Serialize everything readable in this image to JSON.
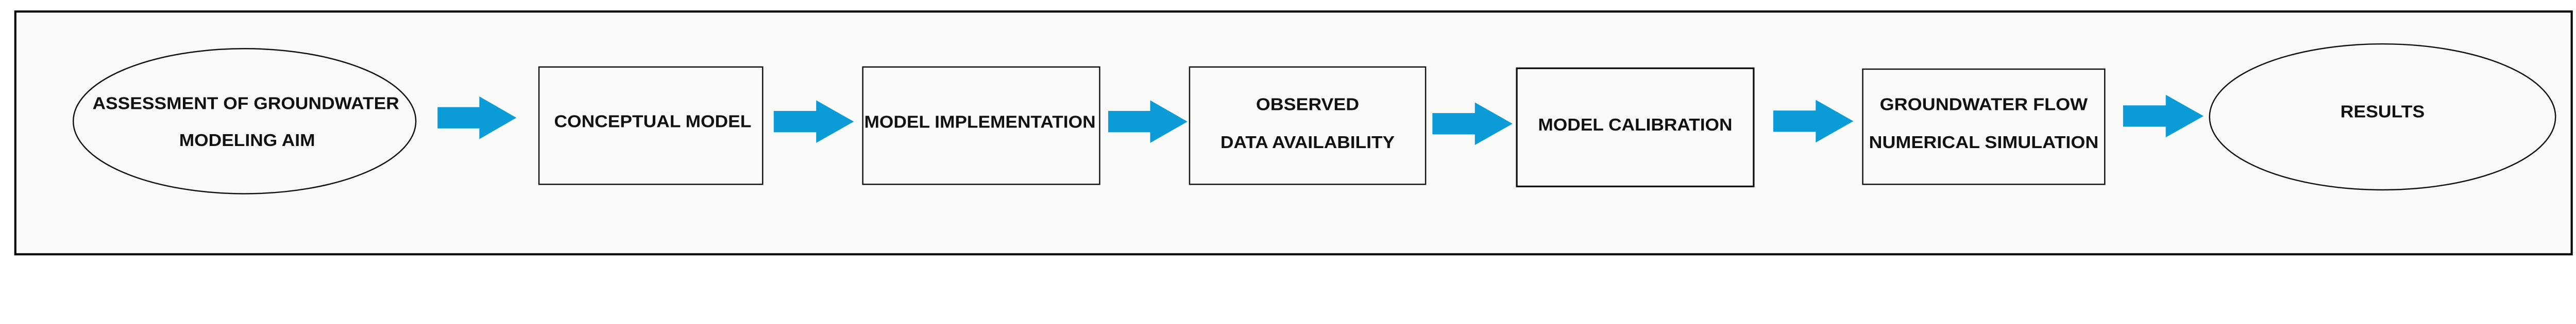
{
  "colors": {
    "arrow": "#0b9bd7",
    "stroke": "#111111",
    "background": "#f9f9f7"
  },
  "nodes": [
    {
      "shape": "ellipse",
      "lines": [
        "ASSESSMENT OF GROUNDWATER",
        "MODELING AIM"
      ]
    },
    {
      "shape": "rectangle",
      "lines": [
        "CONCEPTUAL MODEL"
      ]
    },
    {
      "shape": "rectangle",
      "lines": [
        "MODEL IMPLEMENTATION"
      ]
    },
    {
      "shape": "rectangle",
      "lines": [
        "OBSERVED",
        "DATA AVAILABILITY"
      ]
    },
    {
      "shape": "rectangle",
      "lines": [
        "MODEL CALIBRATION"
      ]
    },
    {
      "shape": "rectangle",
      "lines": [
        "GROUNDWATER FLOW",
        "NUMERICAL SIMULATION"
      ]
    },
    {
      "shape": "ellipse",
      "lines": [
        "RESULTS"
      ]
    }
  ],
  "arrows": [
    "right-arrow-icon",
    "right-arrow-icon",
    "right-arrow-icon",
    "right-arrow-icon",
    "right-arrow-icon",
    "right-arrow-icon"
  ]
}
